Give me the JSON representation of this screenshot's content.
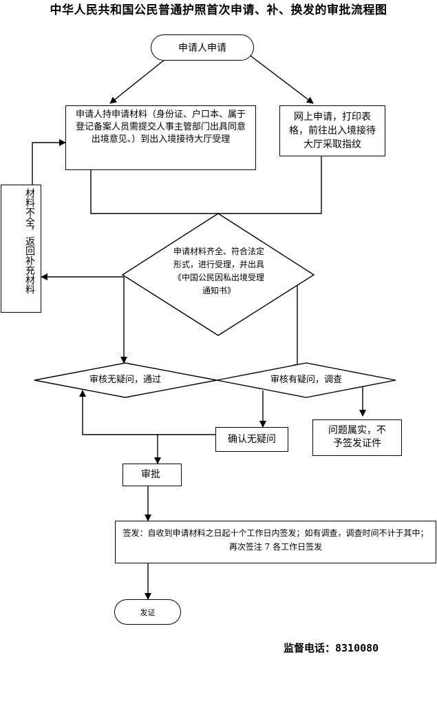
{
  "title": "中华人民共和国公民普通护照首次申请、补、换发的审批流程图",
  "nodes": {
    "start": "申请人申请",
    "materials_box": "申请人持申请材料（身份证、户口本、属于登记备案人员需提交人事主管部门出具同意出境意见、）到出入境接待大厅受理",
    "online_box": "网上申请，打印表格，前往出入境接待大厅采取指纹",
    "incomplete_box": "材料不全，返回补充材料",
    "accept_diamond": "申请材料齐全、符合法定形式，进行受理，并出具《中国公民因私出境受理通知书》",
    "no_doubt_diamond": "审核无疑问，通过",
    "doubt_diamond": "审核有疑问，调查",
    "confirm_box": "确认无疑问",
    "reject_box": "问题属实，不予签发证件",
    "approve_box": "审批",
    "issue_time_box": "签发：自收到申请材料之日起十个工作日内签发；如有调查，调查时间不计于其中；再次签注 7 各工作日签发",
    "issue_end": "发证"
  },
  "supervision_phone": "监督电话：8310080"
}
